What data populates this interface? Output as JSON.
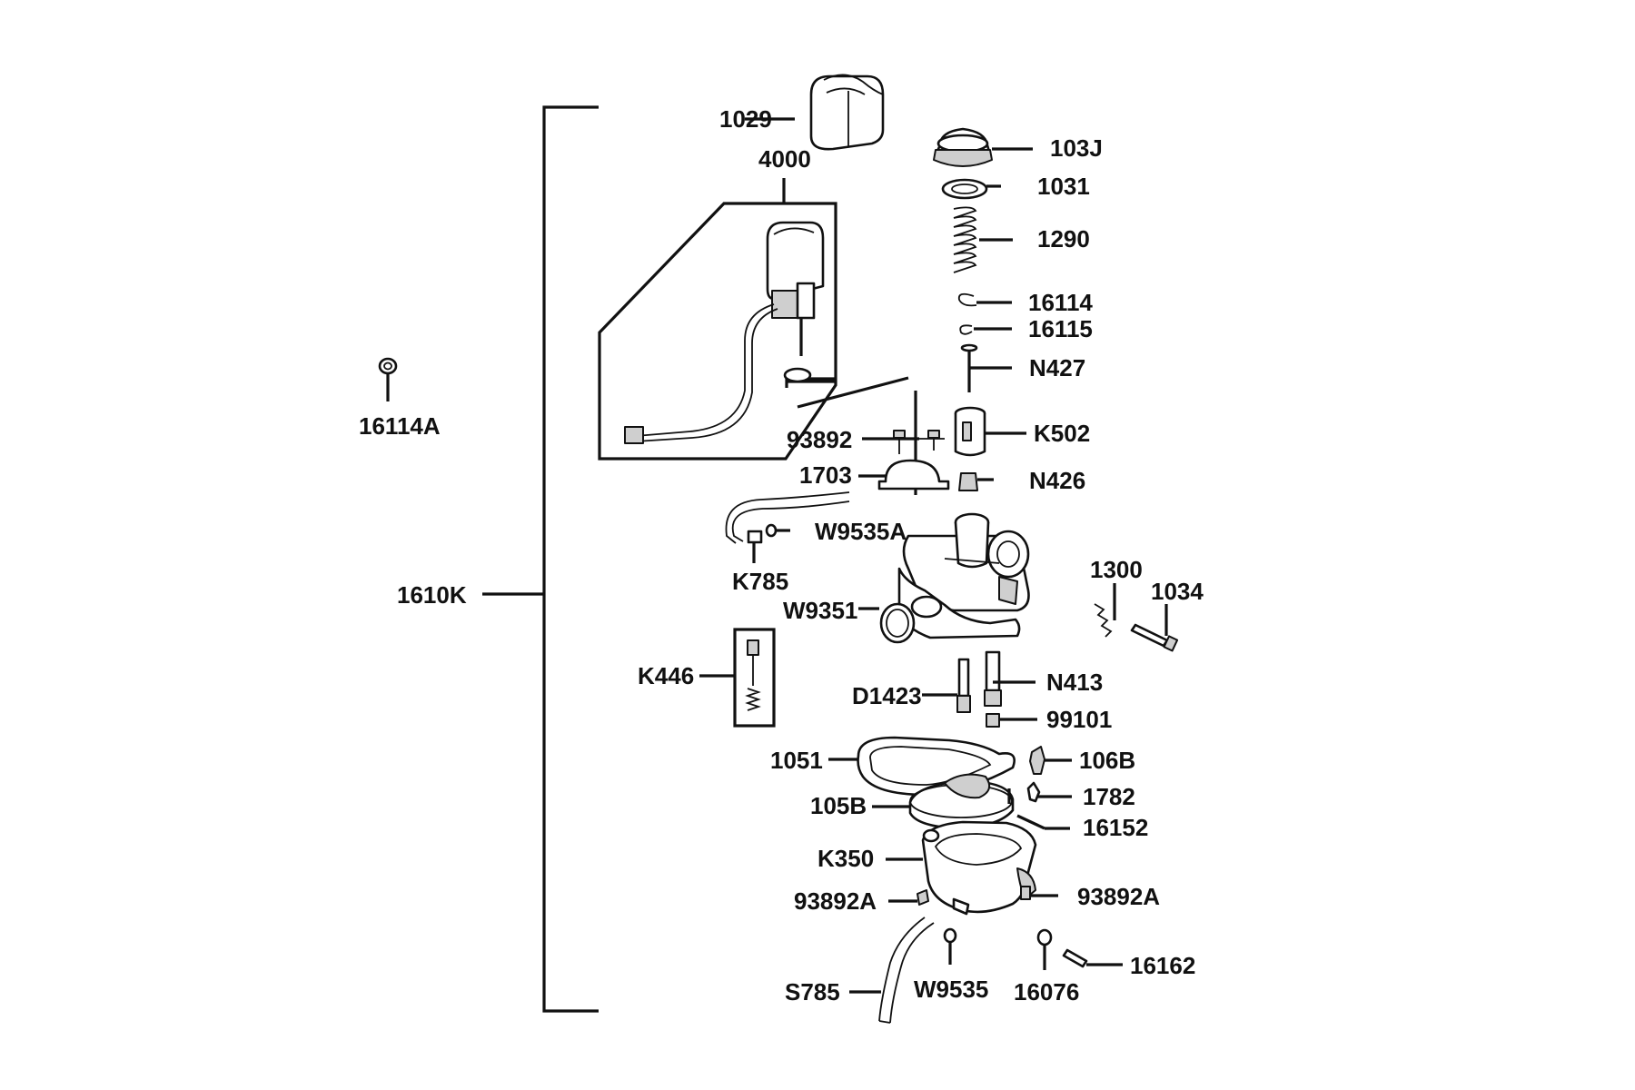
{
  "diagram": {
    "labels": {
      "p1029": "1029",
      "p4000": "4000",
      "p103J": "103J",
      "p1031": "1031",
      "p1290": "1290",
      "p16114": "16114",
      "p16115": "16115",
      "pN427": "N427",
      "p16114A": "16114A",
      "p93892": "93892",
      "pK502": "K502",
      "p1703": "1703",
      "pN426": "N426",
      "pW9535A": "W9535A",
      "pK785": "K785",
      "p1610K": "1610K",
      "pW9351": "W9351",
      "p1300": "1300",
      "p1034": "1034",
      "pK446": "K446",
      "pD1423": "D1423",
      "pN413": "N413",
      "p99101": "99101",
      "p1051": "1051",
      "p106B": "106B",
      "p105B": "105B",
      "p1782": "1782",
      "p16152": "16152",
      "pK350": "K350",
      "p93892A_left": "93892A",
      "p93892A_right": "93892A",
      "pS785": "S785",
      "pW9535": "W9535",
      "p16076": "16076",
      "p16162": "16162"
    }
  }
}
